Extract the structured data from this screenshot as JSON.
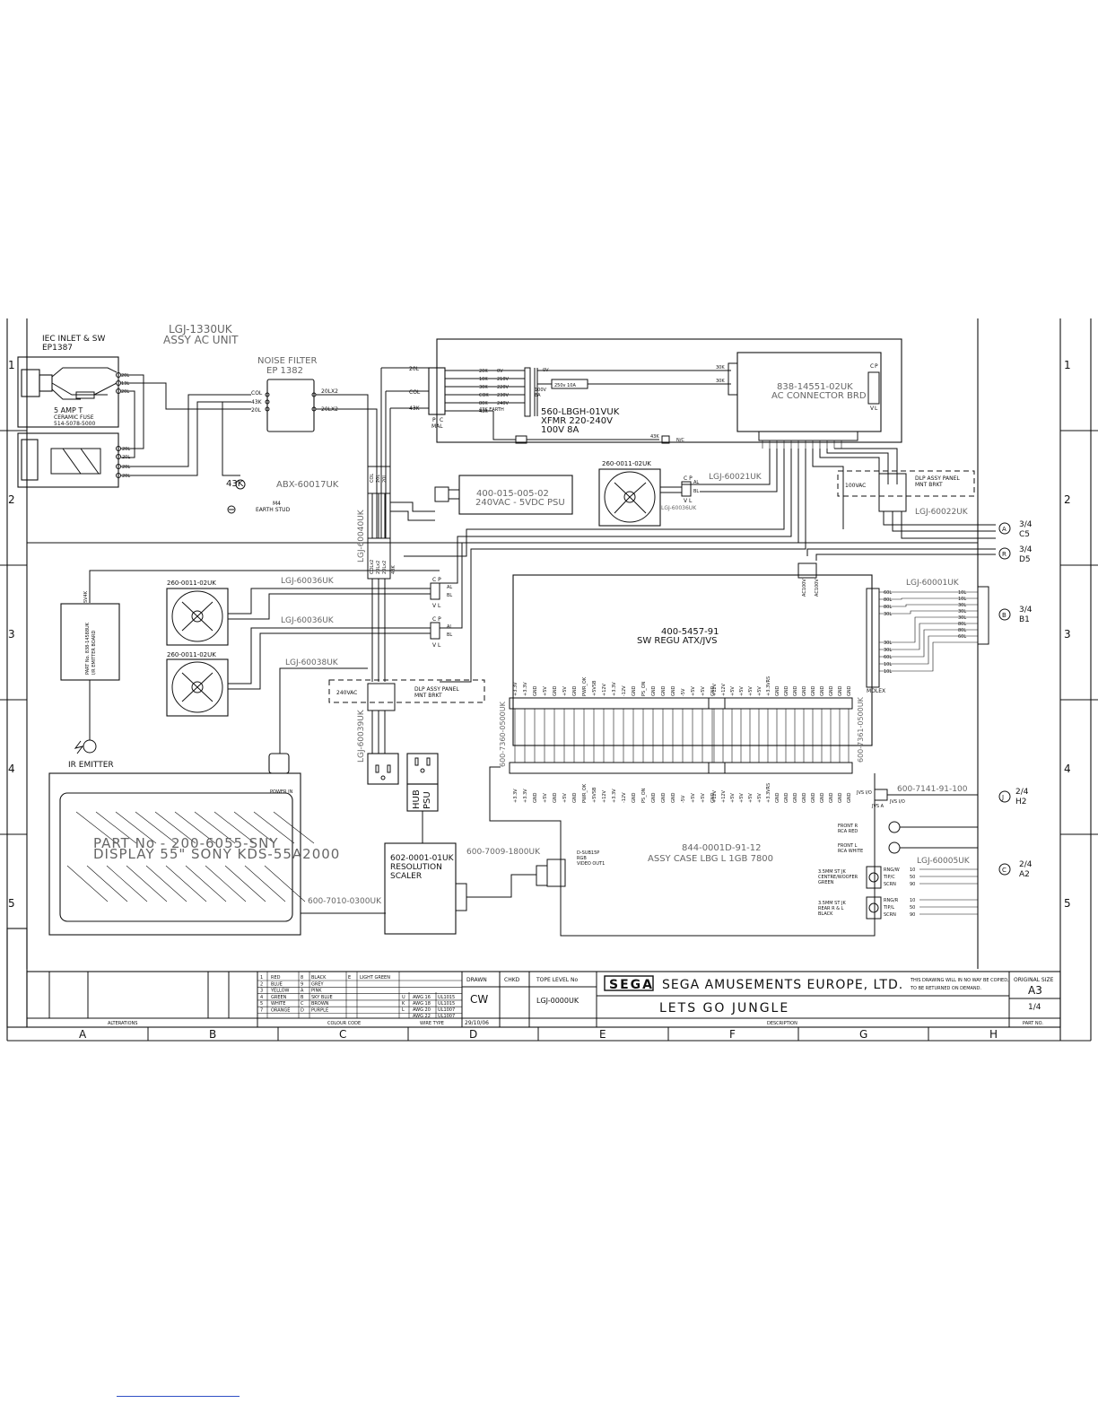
{
  "power_inlet": {
    "title_line1": "IEC INLET & SW",
    "title_line2": "EP1387",
    "fuse_line1": "5 AMP T",
    "fuse_line2": "CERAMIC FUSE",
    "fuse_line3": "514-5078-5000",
    "wire_labels": [
      "20L",
      "13L",
      "20L",
      "20L",
      "20L",
      "20L",
      "20L"
    ]
  },
  "ac_unit": {
    "part": "LGJ-1330UK",
    "name": "ASSY AC UNIT"
  },
  "noise_filter": {
    "name": "NOISE FILTER",
    "part": "EP 1382",
    "in_labels": [
      "COL",
      "43K",
      "20L"
    ],
    "out_labels": [
      "20LX2",
      "20LX2"
    ]
  },
  "earth": {
    "wire": "43K",
    "label_line1": "M4",
    "label_line2": "EARTH STUD",
    "harness": "ABX-60017UK"
  },
  "transformer": {
    "part": "560-LBGH-01VUK",
    "line2": "XFMR 220-240V",
    "line3": "100V 8A",
    "primary_taps": [
      "0V",
      "210V",
      "220V",
      "230V",
      "240V",
      "43K EARTH"
    ],
    "primary_wires": [
      "20K",
      "10K",
      "30K",
      "COK",
      "80K",
      "43K"
    ],
    "secondary": [
      "0V",
      "100V",
      "8A"
    ],
    "fuse": "250v 10A",
    "out_wires": [
      "30K",
      "30K"
    ],
    "earth_label": "43K",
    "nc_label": "N/C",
    "connector_labels": [
      "P",
      "C",
      "MAL"
    ]
  },
  "ac_connector": {
    "part": "838-14551-02UK",
    "name": "AC CONNECTOR BRD",
    "header": [
      "C",
      "P"
    ],
    "footer": [
      "V",
      "L"
    ]
  },
  "psu_5v": {
    "part": "400-015-005-02",
    "name": "240VAC - 5VDC PSU"
  },
  "harnesses": {
    "h40": "LGJ-60040UK",
    "h21": "LGJ-60021UK",
    "h22": "LGJ-60022UK",
    "h36a": "LGJ-60036UK",
    "h36b": "LGJ-60036UK",
    "h36c": "LGJ-60036UK",
    "h38": "LGJ-60038UK",
    "h39": "LGJ-60039UK",
    "h01": "LGJ-60001UK",
    "h05": "LGJ-60005UK",
    "vertical_wires": [
      "COL",
      "20L",
      "20L",
      "COLx2",
      "20Lx2",
      "20Lx2",
      "43K"
    ]
  },
  "fans": [
    {
      "part": "260-0011-02UK"
    },
    {
      "part": "260-0011-02UK"
    },
    {
      "part": "260-0011-02UK"
    }
  ],
  "fan_connector": {
    "top": "C P",
    "bottom": "V L",
    "wires": [
      "AL",
      "BL"
    ]
  },
  "dlp_panel_top": {
    "voltage": "100VAC",
    "line1": "DLP ASSY PANEL",
    "line2": "MNT BRKT"
  },
  "dlp_panel_bottom": {
    "voltage": "240VAC",
    "line1": "DLP ASSY PANEL",
    "line2": "MNT BRKT"
  },
  "sheet_refs": [
    {
      "letter": "A",
      "line1": "3/4",
      "line2": "C5"
    },
    {
      "letter": "R",
      "line1": "3/4",
      "line2": "D5"
    },
    {
      "letter": "B",
      "line1": "3/4",
      "line2": "B1"
    },
    {
      "letter": "J",
      "line1": "2/4",
      "line2": "H2"
    },
    {
      "letter": "C",
      "line1": "2/4",
      "line2": "A2"
    }
  ],
  "ir_emitter": {
    "board_line1": "PART No. 838-14588UK",
    "board_line2": "I/R EMITTER BOARD",
    "wire": "SV4K",
    "label": "IR EMITTER"
  },
  "sw_regu": {
    "part": "400-5457-91",
    "name": "SW REGU ATX/JVS",
    "ac_labels": [
      "AC100V",
      "AC100V"
    ],
    "cn_left": "600-7360-0500UK",
    "cn_right": "600-7361-0500UK",
    "molex": "MOLEX",
    "left_pins_top": [
      "+3.3V",
      "+3.3V",
      "GND",
      "+5V",
      "GND",
      "+5V",
      "GND",
      "PWR_OK",
      "+5VSB",
      "+12V",
      "+3.3V",
      "-12V",
      "GND",
      "PS_ON",
      "GND",
      "GND",
      "GND",
      "-5V",
      "+5V",
      "+5V",
      "GND"
    ],
    "right_pins_top": [
      "+12V",
      "+12V",
      "+5V",
      "+5V",
      "+5V",
      "+5V",
      "+3.3VRS",
      "GND",
      "GND",
      "GND",
      "GND",
      "GND",
      "GND",
      "GND",
      "GND",
      "GND"
    ],
    "molex_wires": [
      "60L",
      "80L",
      "80L",
      "30L",
      "30L",
      "30L",
      "60L",
      "10L",
      "10L"
    ],
    "molex_out": [
      "10L",
      "10L",
      "30L",
      "30L",
      "30L",
      "80L",
      "80L",
      "60L"
    ]
  },
  "jvs": {
    "label": "JVS I/O",
    "connector": "JVS A",
    "cable": "600-7141-91-100",
    "cable_name": "JVS I/O"
  },
  "display": {
    "line1": "PART No - 200-6055-SNY",
    "line2": "DISPLAY 55\" SONY KDS-55A2000",
    "power_in": "POWER IN"
  },
  "outlets": {
    "hub": "HUB",
    "psu": "PSU"
  },
  "scaler": {
    "part": "602-0001-01UK",
    "line2": "RESOLUTION",
    "line3": "SCALER",
    "cable_vga": "600-7009-1800UK",
    "cable_disp": "600-7010-0300UK",
    "dsub_line1": "D-SUB15P",
    "dsub_line2": "RGB",
    "dsub_line3": "VIDEO OUT1"
  },
  "case": {
    "part": "844-0001D-91-12",
    "name": "ASSY CASE LBG L 1GB 7800"
  },
  "audio": {
    "front_r": [
      "FRONT R",
      "RCA RED"
    ],
    "front_l": [
      "FRONT L",
      "RCA WHITE"
    ],
    "centre": [
      "3.5MM ST JK",
      "CENTRE/WOOFER",
      "GREEN"
    ],
    "rear": [
      "3.5MM ST JK",
      "REAR R & L",
      "BLACK"
    ],
    "centre_pins": [
      "RNG/W",
      "TIP/C",
      "SCRN"
    ],
    "rear_pins": [
      "RNG/R",
      "TIP/L",
      "SCRN"
    ],
    "wires": [
      "10",
      "50",
      "90"
    ]
  },
  "title_block": {
    "alterations": "ALTERATIONS",
    "colour_code_label": "COLOUR CODE",
    "colours": [
      [
        "1",
        "RED",
        "8",
        "BLACK",
        "E",
        "LIGHT GREEN"
      ],
      [
        "2",
        "BLUE",
        "9",
        "GREY",
        "",
        ""
      ],
      [
        "3",
        "YELLOW",
        "A",
        "PINK",
        "",
        ""
      ],
      [
        "4",
        "GREEN",
        "B",
        "SKY BLUE",
        "",
        ""
      ],
      [
        "5",
        "WHITE",
        "C",
        "BROWN",
        "",
        ""
      ],
      [
        "7",
        "ORANGE",
        "D",
        "PURPLE",
        "",
        ""
      ]
    ],
    "wire_types": [
      [
        "U",
        "AWG 16",
        "UL1015"
      ],
      [
        "K",
        "AWG 18",
        "UL1015"
      ],
      [
        "L",
        "AWG 20",
        "UL1007"
      ],
      [
        "",
        "AWG 22",
        "UL1007"
      ]
    ],
    "wire_type_label": "WIRE TYPE",
    "drawn_label": "DRAWN",
    "drawn": "CW",
    "date": "29/10/06",
    "chkd_label": "CHKD",
    "top_level_label": "TOPE LEVEL No",
    "top_level": "LGJ-0000UK",
    "logo": "SEGA",
    "company": "SEGA AMUSEMENTS EUROPE, LTD.",
    "notice_line1": "THIS DRAWING WILL IN NO WAY BE COPIED,",
    "notice_line2": "TO BE RETURNED ON DEMAND.",
    "title": "LETS GO JUNGLE",
    "description_label": "DESCRIPTION",
    "orig_size_label": "ORIGINAL SIZE",
    "orig_size": "A3",
    "sheet": "1/4",
    "part_no_label": "PART NO."
  },
  "grid": {
    "columns": [
      "A",
      "B",
      "C",
      "D",
      "E",
      "F",
      "G",
      "H"
    ],
    "rows": [
      "1",
      "2",
      "3",
      "4",
      "5"
    ]
  }
}
